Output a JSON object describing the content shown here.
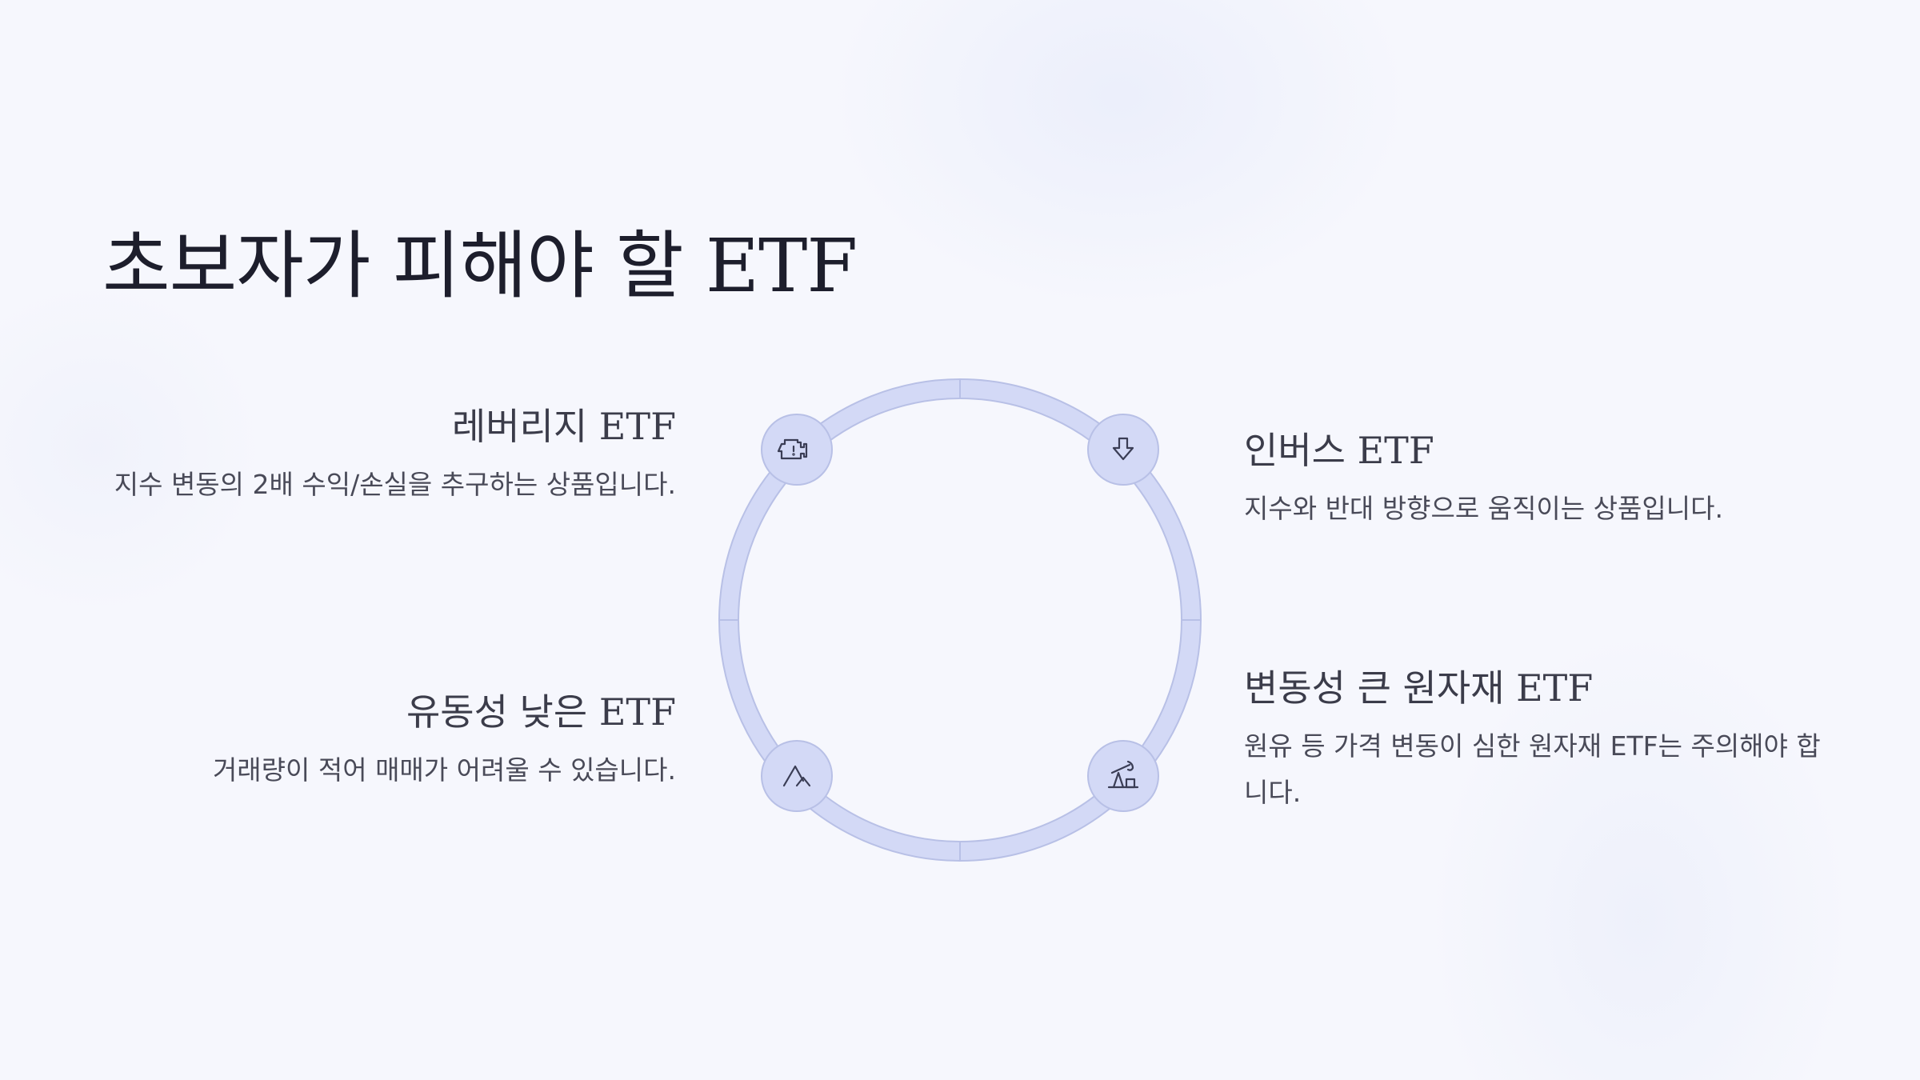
{
  "title": "초보자가 피해야 할 ETF",
  "items": [
    {
      "heading": "레버리지 ETF",
      "text": "지수 변동의 2배 수익/손실을 추구하는 상품입니다.",
      "icon": "engine-warning-icon"
    },
    {
      "heading": "인버스 ETF",
      "text": "지수와 반대 방향으로 움직이는 상품입니다.",
      "icon": "arrow-down-icon"
    },
    {
      "heading": "유동성 낮은 ETF",
      "text": "거래량이 적어 매매가 어려울 수 있습니다.",
      "icon": "mountain-icon"
    },
    {
      "heading": "변동성 큰 원자재 ETF",
      "text": "원유 등 가격 변동이 심한 원자재 ETF는 주의해야 합니다.",
      "icon": "oil-pump-icon"
    }
  ],
  "colors": {
    "background": "#f6f7fd",
    "ring_fill": "#d3d9f6",
    "ring_stroke": "#b8c0e6",
    "icon_stroke": "#3a3d55",
    "title": "#1d1e2c"
  }
}
